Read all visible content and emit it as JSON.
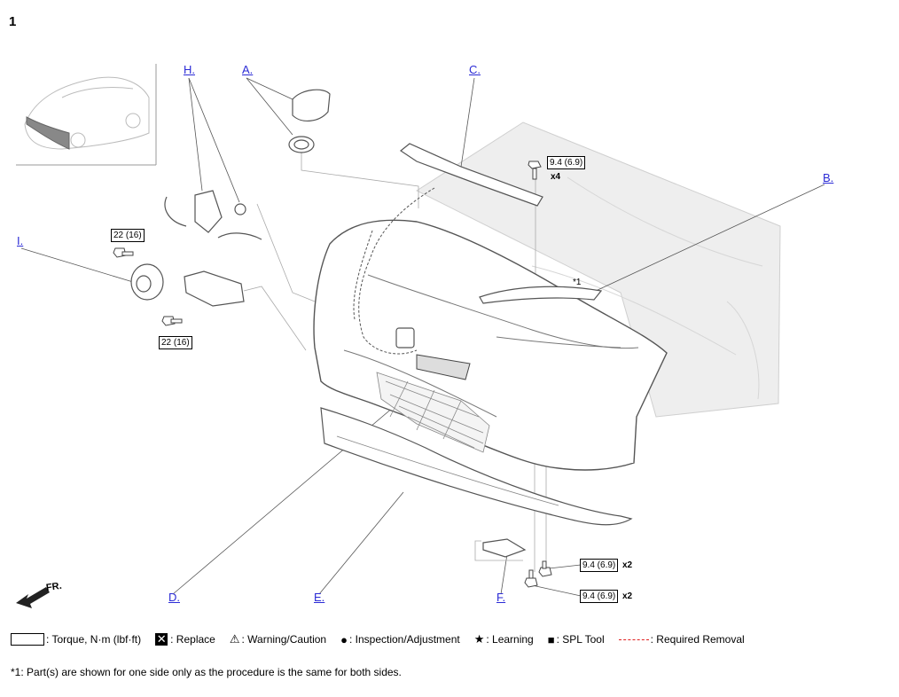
{
  "page_number": "1",
  "callouts": {
    "A": "A.",
    "B": "B.",
    "C": "C.",
    "D": "D.",
    "E": "E.",
    "F": "F.",
    "H": "H.",
    "I": "I."
  },
  "torque_labels": {
    "t1": "9.4 (6.9)",
    "t2": "22 (16)",
    "t3": "22 (16)",
    "t4": "9.4 (6.9)",
    "t5": "9.4 (6.9)"
  },
  "quantities": {
    "q1": "x4",
    "q2": "x2",
    "q3": "x2"
  },
  "note_mark": "*1",
  "front_label": "FR.",
  "legend": {
    "torque": ": Torque, N·m (lbf·ft)",
    "replace": ": Replace",
    "warning": ": Warning/Caution",
    "inspection": ": Inspection/Adjustment",
    "learning": ": Learning",
    "spl_tool": ": SPL Tool",
    "required_removal": ": Required Removal"
  },
  "footnote": "*1: Part(s) are shown for one side only as the procedure is the same for both sides.",
  "icons": [
    "front-arrow-icon",
    "replace-icon",
    "warning-icon",
    "inspection-icon",
    "learning-icon",
    "spl-tool-icon",
    "required-removal-icon"
  ]
}
